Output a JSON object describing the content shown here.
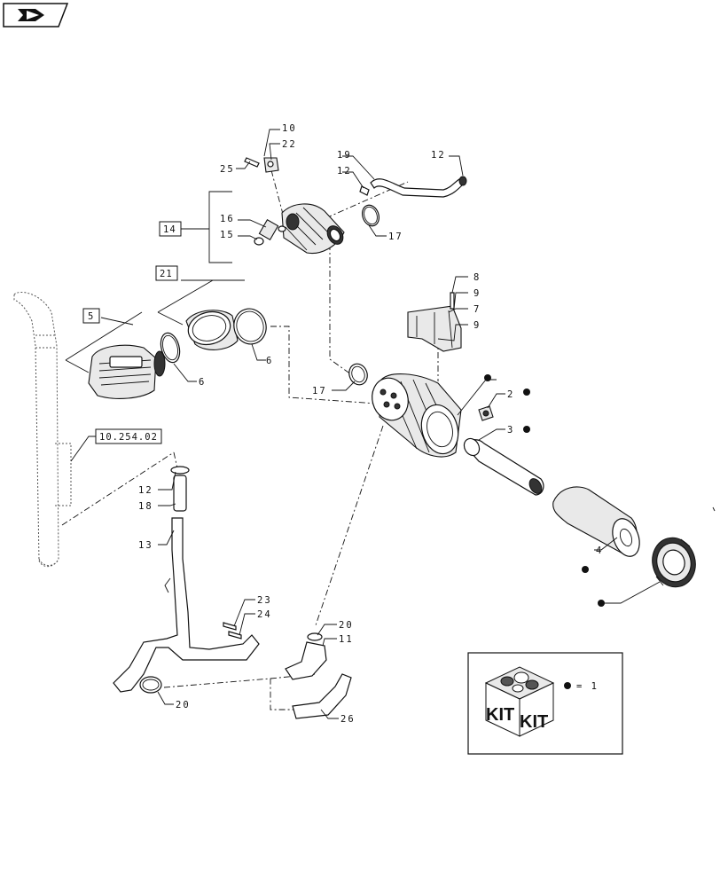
{
  "callouts": {
    "c10": "10",
    "c22": "22",
    "c25": "25",
    "c19": "19",
    "c12a": "12",
    "c12b": "12",
    "c14": "14",
    "c16": "16",
    "c15": "15",
    "c17a": "17",
    "c21": "21",
    "c5": "5",
    "c6a": "6",
    "c6b": "6",
    "c8": "8",
    "c9a": "9",
    "c7": "7",
    "c9b": "9",
    "c17b": "17",
    "c2": "2",
    "c3": "3",
    "c4": "4",
    "cref": "10.254.02",
    "c12c": "12",
    "c18": "18",
    "c13": "13",
    "c23": "23",
    "c24": "24",
    "c20a": "20",
    "c11": "11",
    "c20b": "20",
    "c26": "26"
  },
  "kit": {
    "word_left": "KIT",
    "word_right": "KIT",
    "legend": "= 1"
  },
  "icons": {
    "nav": "page-arrow-icon",
    "kit": "kit-box-icon"
  },
  "colors": {
    "ink": "#111111",
    "shade": "#e9e9e9"
  }
}
